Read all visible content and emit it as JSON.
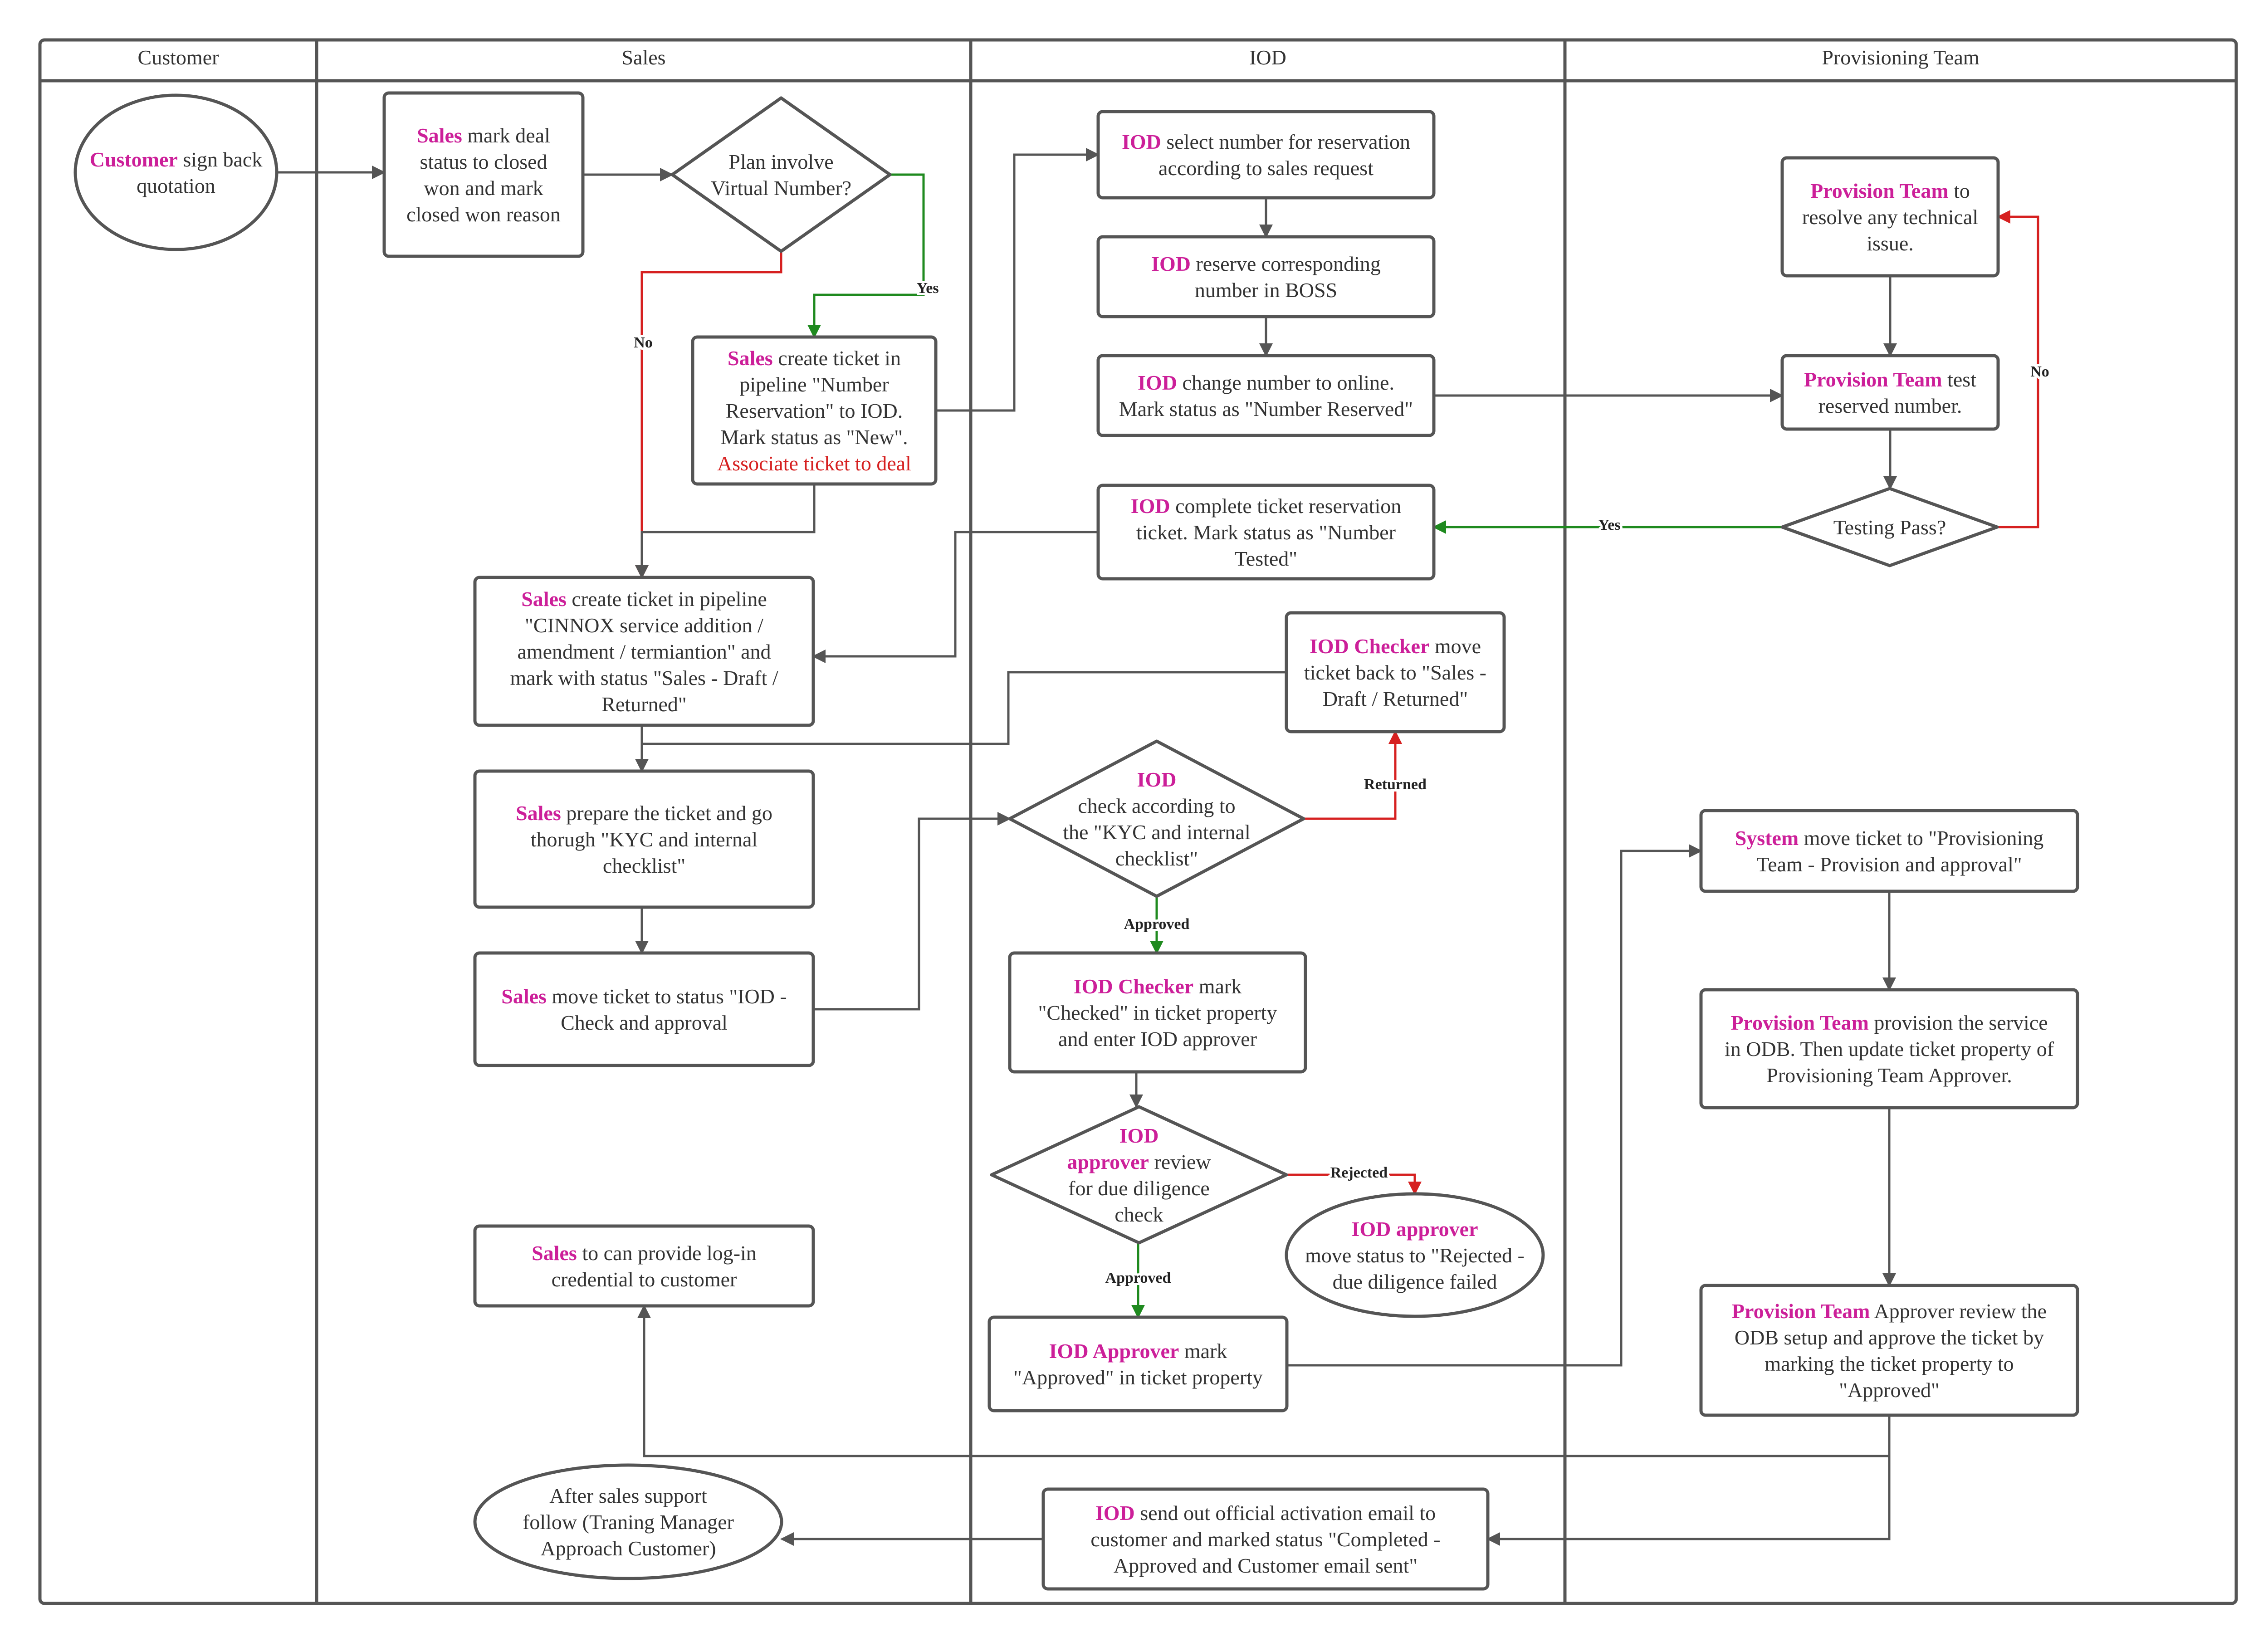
{
  "colors": {
    "stroke": "#555555",
    "highlight": "#cc1f99",
    "alert": "#d62020",
    "yes_path": "#1f8a1f",
    "no_path": "#d62020",
    "text": "#333333"
  },
  "lanes": [
    {
      "id": "customer",
      "title": "Customer"
    },
    {
      "id": "sales",
      "title": "Sales"
    },
    {
      "id": "iod",
      "title": "IOD"
    },
    {
      "id": "prov",
      "title": "Provisioning Team"
    }
  ],
  "nodes": {
    "customer_sign": {
      "shape": "ellipse",
      "lines": [
        [
          {
            "t": "Customer",
            "s": "hl"
          },
          {
            "t": " sign back"
          }
        ],
        [
          {
            "t": "quotation"
          }
        ]
      ]
    },
    "sales_mark_deal": {
      "shape": "rect",
      "lines": [
        [
          {
            "t": "Sales",
            "s": "hl"
          },
          {
            "t": " mark deal"
          }
        ],
        [
          {
            "t": "status to closed"
          }
        ],
        [
          {
            "t": "won and mark"
          }
        ],
        [
          {
            "t": "closed won reason"
          }
        ]
      ]
    },
    "plan_virtual": {
      "shape": "diamond",
      "lines": [
        [
          {
            "t": "Plan involve"
          }
        ],
        [
          {
            "t": "Virtual Number?"
          }
        ]
      ]
    },
    "sales_create_reservation": {
      "shape": "rect",
      "lines": [
        [
          {
            "t": "Sales",
            "s": "hl"
          },
          {
            "t": " create ticket in"
          }
        ],
        [
          {
            "t": "pipeline \"Number"
          }
        ],
        [
          {
            "t": "Reservation\" to IOD."
          }
        ],
        [
          {
            "t": "Mark status as \"New\"."
          }
        ],
        [
          {
            "t": "Associate ticket to deal",
            "s": "red"
          }
        ]
      ]
    },
    "sales_create_cinnox": {
      "shape": "rect",
      "lines": [
        [
          {
            "t": "Sales",
            "s": "hl"
          },
          {
            "t": " create ticket in pipeline"
          }
        ],
        [
          {
            "t": "\"CINNOX service addition /"
          }
        ],
        [
          {
            "t": "amendment / termiantion\" and"
          }
        ],
        [
          {
            "t": "mark with status \"Sales - Draft /"
          }
        ],
        [
          {
            "t": "Returned\""
          }
        ]
      ]
    },
    "sales_prepare": {
      "shape": "rect",
      "lines": [
        [
          {
            "t": "Sales",
            "s": "hl"
          },
          {
            "t": " prepare the ticket and go"
          }
        ],
        [
          {
            "t": "thorugh \"KYC and internal"
          }
        ],
        [
          {
            "t": "checklist\""
          }
        ]
      ]
    },
    "sales_move_iod": {
      "shape": "rect",
      "lines": [
        [
          {
            "t": "Sales",
            "s": "hl"
          },
          {
            "t": " move ticket to status \"IOD -"
          }
        ],
        [
          {
            "t": "Check and approval"
          }
        ]
      ]
    },
    "sales_login": {
      "shape": "rect",
      "lines": [
        [
          {
            "t": "Sales",
            "s": "hl"
          },
          {
            "t": " to can provide log-in"
          }
        ],
        [
          {
            "t": "credential to customer"
          }
        ]
      ]
    },
    "after_sales": {
      "shape": "ellipse",
      "lines": [
        [
          {
            "t": "After sales support"
          }
        ],
        [
          {
            "t": "follow (Traning Manager"
          }
        ],
        [
          {
            "t": "Approach Customer)"
          }
        ]
      ]
    },
    "iod_select": {
      "shape": "rect",
      "lines": [
        [
          {
            "t": "IOD",
            "s": "hl"
          },
          {
            "t": " select number for reservation"
          }
        ],
        [
          {
            "t": "according to sales request"
          }
        ]
      ]
    },
    "iod_reserve": {
      "shape": "rect",
      "lines": [
        [
          {
            "t": "IOD",
            "s": "hl"
          },
          {
            "t": " reserve corresponding"
          }
        ],
        [
          {
            "t": "number in BOSS"
          }
        ]
      ]
    },
    "iod_change": {
      "shape": "rect",
      "lines": [
        [
          {
            "t": "IOD",
            "s": "hl"
          },
          {
            "t": " change number to online."
          }
        ],
        [
          {
            "t": "Mark status as \"Number Reserved\""
          }
        ]
      ]
    },
    "iod_complete": {
      "shape": "rect",
      "lines": [
        [
          {
            "t": "IOD",
            "s": "hl"
          },
          {
            "t": " complete ticket reservation"
          }
        ],
        [
          {
            "t": "ticket. Mark status as \"Number"
          }
        ],
        [
          {
            "t": "Tested\""
          }
        ]
      ]
    },
    "iod_checker_back": {
      "shape": "rect",
      "lines": [
        [
          {
            "t": "IOD Checker",
            "s": "hl"
          },
          {
            "t": " move"
          }
        ],
        [
          {
            "t": "ticket back to \"Sales -"
          }
        ],
        [
          {
            "t": "Draft / Returned\""
          }
        ]
      ]
    },
    "iod_check_kyc": {
      "shape": "diamond",
      "lines": [
        [
          {
            "t": "IOD",
            "s": "hl"
          }
        ],
        [
          {
            "t": "check according to"
          }
        ],
        [
          {
            "t": "the \"KYC and internal"
          }
        ],
        [
          {
            "t": "checklist\""
          }
        ]
      ]
    },
    "iod_checker_mark": {
      "shape": "rect",
      "lines": [
        [
          {
            "t": "IOD Checker",
            "s": "hl"
          },
          {
            "t": " mark"
          }
        ],
        [
          {
            "t": "\"Checked\" in ticket property"
          }
        ],
        [
          {
            "t": "and enter IOD approver"
          }
        ]
      ]
    },
    "iod_approver_review": {
      "shape": "diamond",
      "lines": [
        [
          {
            "t": "IOD",
            "s": "hl"
          }
        ],
        [
          {
            "t": "approver",
            "s": "hl"
          },
          {
            "t": " review"
          }
        ],
        [
          {
            "t": "for due diligence"
          }
        ],
        [
          {
            "t": "check"
          }
        ]
      ]
    },
    "iod_approver_reject": {
      "shape": "ellipse",
      "lines": [
        [
          {
            "t": "IOD approver",
            "s": "hl"
          }
        ],
        [
          {
            "t": "move status to \"Rejected -"
          }
        ],
        [
          {
            "t": "due diligence failed"
          }
        ]
      ]
    },
    "iod_approver_mark": {
      "shape": "rect",
      "lines": [
        [
          {
            "t": "IOD Approver",
            "s": "hl"
          },
          {
            "t": " mark"
          }
        ],
        [
          {
            "t": "\"Approved\" in ticket property"
          }
        ]
      ]
    },
    "iod_send_email": {
      "shape": "rect",
      "lines": [
        [
          {
            "t": "IOD",
            "s": "hl"
          },
          {
            "t": " send out official activation email to"
          }
        ],
        [
          {
            "t": "customer and marked status \"Completed -"
          }
        ],
        [
          {
            "t": "Approved and Customer email sent\""
          }
        ]
      ]
    },
    "prov_resolve": {
      "shape": "rect",
      "lines": [
        [
          {
            "t": "Provision Team",
            "s": "hl"
          },
          {
            "t": " to"
          }
        ],
        [
          {
            "t": "resolve any technical"
          }
        ],
        [
          {
            "t": "issue."
          }
        ]
      ]
    },
    "prov_test": {
      "shape": "rect",
      "lines": [
        [
          {
            "t": "Provision Team",
            "s": "hl"
          },
          {
            "t": " test"
          }
        ],
        [
          {
            "t": "reserved number."
          }
        ]
      ]
    },
    "testing_pass": {
      "shape": "diamond",
      "lines": [
        [
          {
            "t": "Testing Pass?"
          }
        ]
      ]
    },
    "system_move": {
      "shape": "rect",
      "lines": [
        [
          {
            "t": "System",
            "s": "hl"
          },
          {
            "t": " move ticket to \"Provisioning"
          }
        ],
        [
          {
            "t": "Team - Provision and approval\""
          }
        ]
      ]
    },
    "prov_provision": {
      "shape": "rect",
      "lines": [
        [
          {
            "t": "Provision Team",
            "s": "hl"
          },
          {
            "t": " provision the service"
          }
        ],
        [
          {
            "t": "in ODB. Then update ticket property of"
          }
        ],
        [
          {
            "t": "Provisioning Team Approver."
          }
        ]
      ]
    },
    "prov_approver": {
      "shape": "rect",
      "lines": [
        [
          {
            "t": "Provision Team",
            "s": "hl"
          },
          {
            "t": " Approver review the"
          }
        ],
        [
          {
            "t": "ODB setup and approve the ticket by"
          }
        ],
        [
          {
            "t": "marking the ticket property to"
          }
        ],
        [
          {
            "t": "\"Approved\""
          }
        ]
      ]
    }
  },
  "edges": [
    {
      "id": "e1",
      "color": "stroke",
      "label": ""
    },
    {
      "id": "e2",
      "color": "stroke",
      "label": ""
    },
    {
      "id": "e_yes_plan",
      "color": "yes_path",
      "label": "Yes"
    },
    {
      "id": "e_no_plan",
      "color": "no_path",
      "label": "No"
    },
    {
      "id": "e_res_select",
      "color": "stroke",
      "label": ""
    },
    {
      "id": "e_select_reserve",
      "color": "stroke",
      "label": ""
    },
    {
      "id": "e_reserve_change",
      "color": "stroke",
      "label": ""
    },
    {
      "id": "e_change_test",
      "color": "stroke",
      "label": ""
    },
    {
      "id": "e_test_pass",
      "color": "stroke",
      "label": ""
    },
    {
      "id": "e_pass_yes",
      "color": "yes_path",
      "label": "Yes"
    },
    {
      "id": "e_pass_no",
      "color": "no_path",
      "label": "No"
    },
    {
      "id": "e_resolve_test",
      "color": "stroke",
      "label": ""
    },
    {
      "id": "e_res_down",
      "color": "stroke",
      "label": ""
    },
    {
      "id": "e_complete_cinnox",
      "color": "stroke",
      "label": ""
    },
    {
      "id": "e_cinnox_prepare",
      "color": "stroke",
      "label": ""
    },
    {
      "id": "e_checker_back",
      "color": "stroke",
      "label": ""
    },
    {
      "id": "e_prepare_move",
      "color": "stroke",
      "label": ""
    },
    {
      "id": "e_move_kyc",
      "color": "stroke",
      "label": ""
    },
    {
      "id": "e_kyc_returned",
      "color": "no_path",
      "label": "Returned"
    },
    {
      "id": "e_kyc_approved",
      "color": "yes_path",
      "label": "Approved"
    },
    {
      "id": "e_checker_review",
      "color": "stroke",
      "label": ""
    },
    {
      "id": "e_review_rejected",
      "color": "no_path",
      "label": "Rejected"
    },
    {
      "id": "e_review_approved",
      "color": "yes_path",
      "label": "Approved"
    },
    {
      "id": "e_approver_system",
      "color": "stroke",
      "label": ""
    },
    {
      "id": "e_system_provision",
      "color": "stroke",
      "label": ""
    },
    {
      "id": "e_provision_approver",
      "color": "stroke",
      "label": ""
    },
    {
      "id": "e_approver_login",
      "color": "stroke",
      "label": ""
    },
    {
      "id": "e_approver_email",
      "color": "stroke",
      "label": ""
    },
    {
      "id": "e_email_after",
      "color": "stroke",
      "label": ""
    }
  ]
}
